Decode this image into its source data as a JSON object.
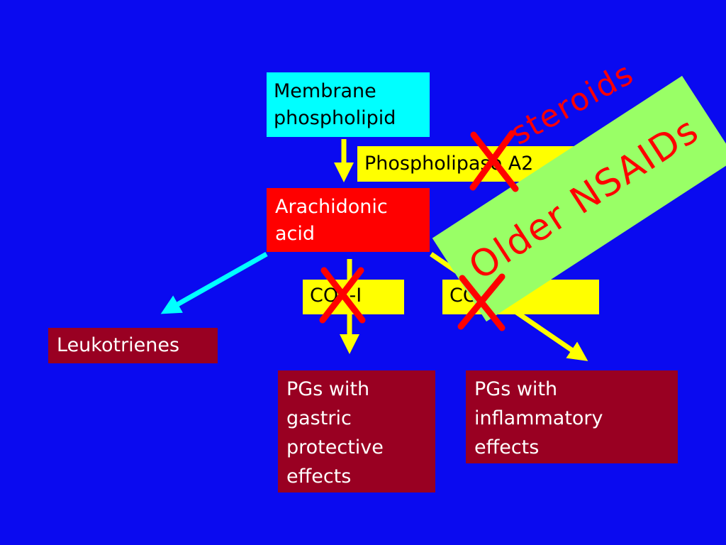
{
  "nodes": {
    "membrane": "Membrane\nphospholipid",
    "phospholipase": "Phospholipase A2",
    "arachidonic": "Arachidonic\nacid",
    "cox1": "COX-I",
    "cox2": "COX-II",
    "leukotrienes": "Leukotrienes",
    "pg_gastric": "PGs with\ngastric\nprotective\neffects",
    "pg_inflammatory": "PGs with\ninflammatory\neffects"
  },
  "inhibitors": {
    "steroids": "steroids",
    "older_nsaids": "Older NSAIDs"
  },
  "colors": {
    "background": "#0a0af0",
    "membrane": "#00ffff",
    "enzyme": "#ffff00",
    "arachidonic": "#ff0000",
    "product": "#990022",
    "nsaid_band": "#99ff66",
    "cross": "#ff0000",
    "arrow_yellow": "#ffff00",
    "arrow_cyan": "#00ffff"
  }
}
